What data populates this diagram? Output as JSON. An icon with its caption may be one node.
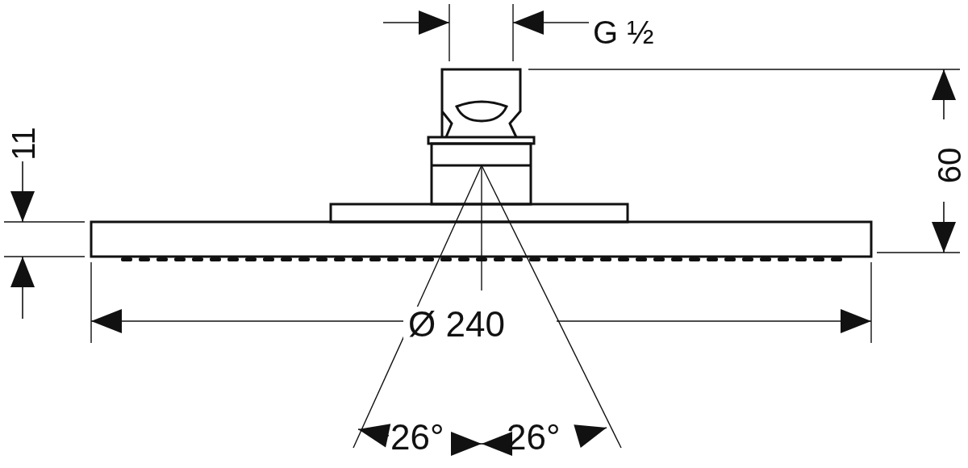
{
  "diagram": {
    "labels": [
      "G ½",
      "11",
      "60",
      "Ø 240",
      "26°",
      "26°"
    ]
  }
}
